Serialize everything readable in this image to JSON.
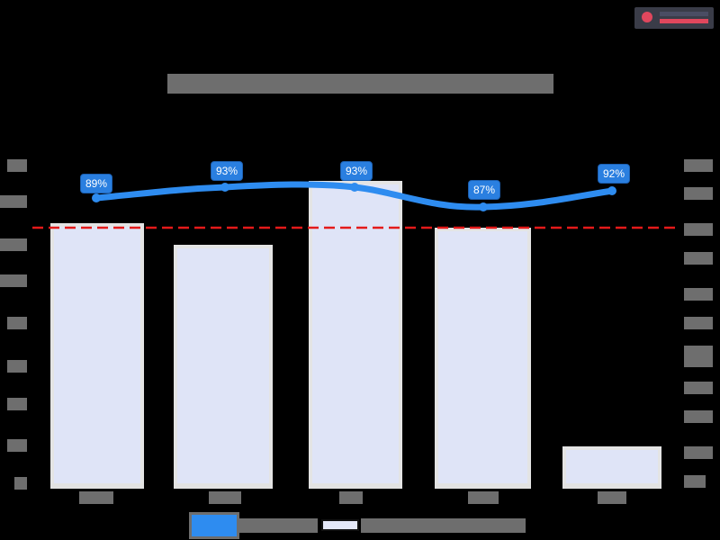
{
  "logo": {
    "name": "logo-badge",
    "text_obscured": true
  },
  "chart_data": {
    "type": "bar+line",
    "title": "[obscured]",
    "categories": [
      "[obscured]",
      "[obscured]",
      "[obscured]",
      "[obscured]",
      "[obscured]"
    ],
    "series": [
      {
        "name": "[obscured line series]",
        "type": "line",
        "axis": "left",
        "values": [
          89,
          93,
          93,
          87,
          92
        ],
        "labels": [
          "89%",
          "93%",
          "93%",
          "87%",
          "92%"
        ],
        "color": "#2e8cf0"
      },
      {
        "name": "[obscured bar series]",
        "type": "bar",
        "axis": "right",
        "relative_heights": [
          0.82,
          0.75,
          0.95,
          0.81,
          0.13
        ],
        "color": "#dfe4f7"
      }
    ],
    "reference_line": {
      "style": "dashed",
      "color": "#e41a1a",
      "relative_height": 0.8
    },
    "left_axis_ticks": 9,
    "right_axis_ticks": 11,
    "legend_position": "bottom",
    "grid": false
  },
  "labels": [
    "89%",
    "93%",
    "93%",
    "87%",
    "92%"
  ]
}
